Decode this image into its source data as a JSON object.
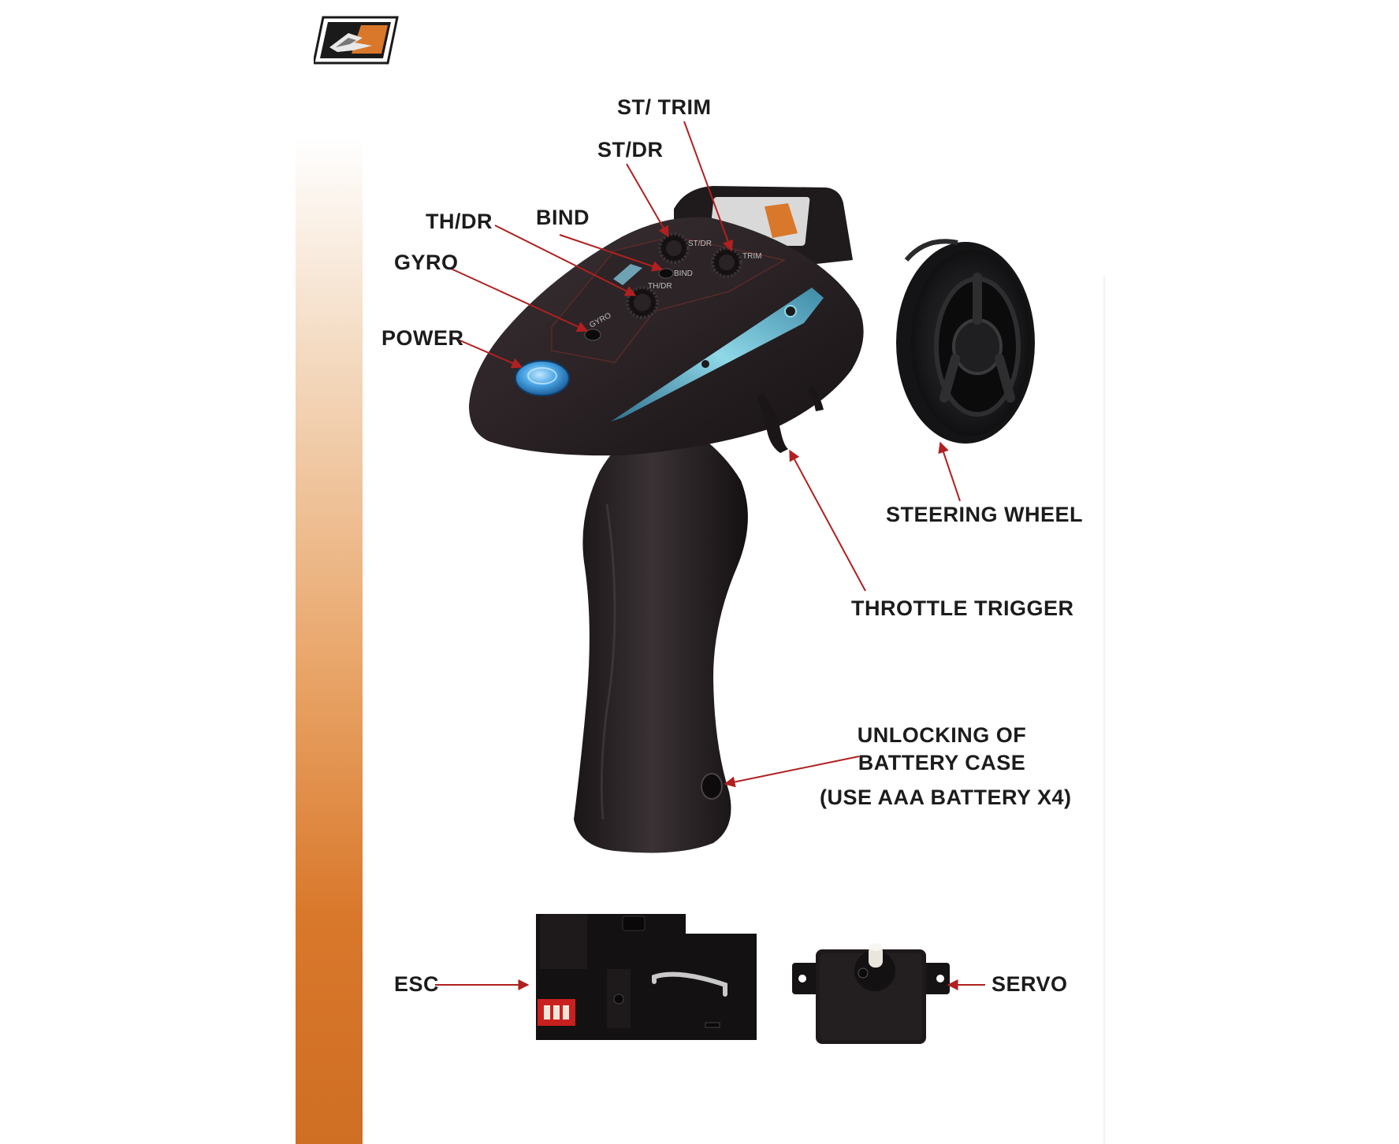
{
  "labels": {
    "st_trim": "ST/ TRIM",
    "st_dr": "ST/DR",
    "bind": "BIND",
    "th_dr": "TH/DR",
    "gyro": "GYRO",
    "power": "POWER",
    "steering_wheel": "STEERING WHEEL",
    "throttle_trigger": "THROTTLE TRIGGER",
    "unlocking_line1": "UNLOCKING OF",
    "unlocking_line2": "BATTERY CASE",
    "battery_note": "(USE AAA BATTERY X4)",
    "esc": "ESC",
    "servo": "SERVO"
  },
  "device_markings": {
    "knob_gyro": "GYRO",
    "knob_bind": "BIND",
    "knob_thdr": "TH/DR",
    "knob_stdr": "ST/DR",
    "knob_trim": "TRIM"
  },
  "colors": {
    "arrow": "#b02020",
    "label": "#1c1c1c",
    "body": "#2a2224",
    "accent_orange": "#d9782b",
    "led_blue": "#4aa6e6"
  }
}
